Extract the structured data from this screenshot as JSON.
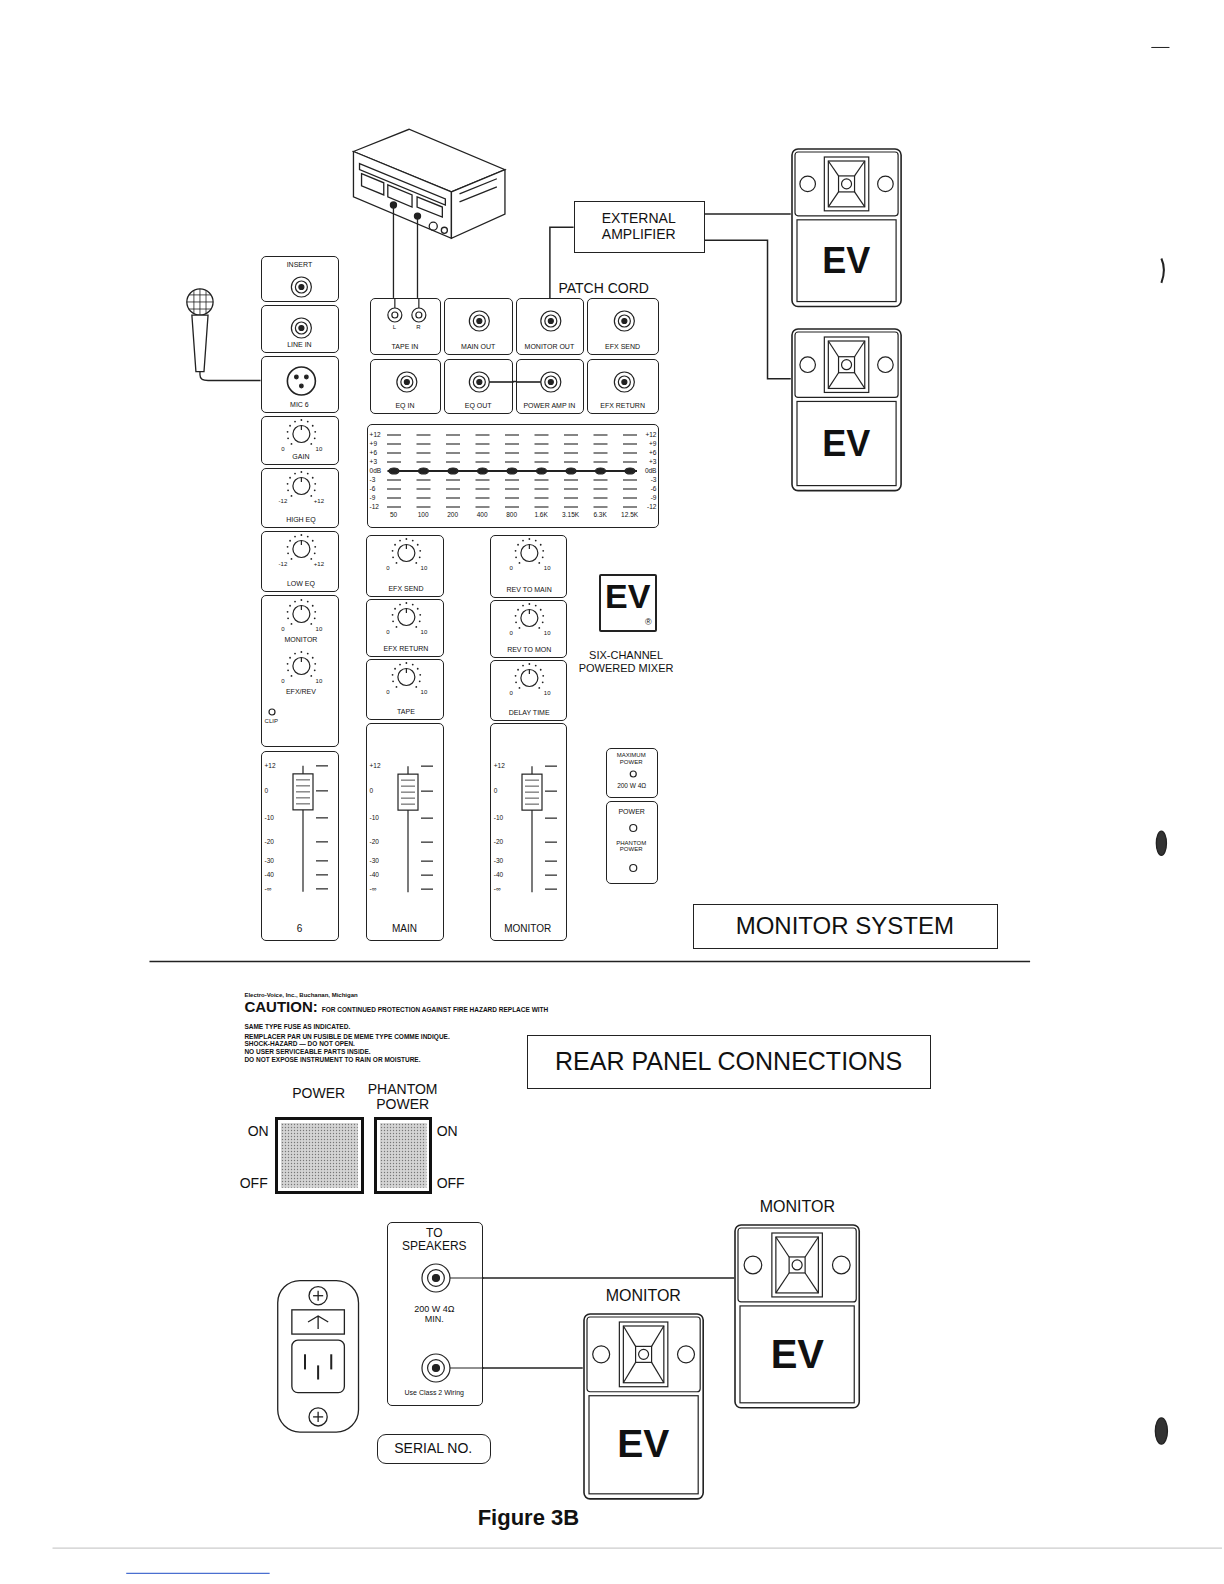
{
  "diagram": {
    "caption": "Figure 3B",
    "nodes": [
      {
        "text": [
          "EXTERNAL AMPLIFIER"
        ]
      },
      {
        "text": [
          "EV"
        ]
      },
      {
        "text": [
          "INSERT"
        ]
      },
      {
        "text": [
          "L",
          "R",
          "TAPE IN"
        ]
      },
      {
        "text": [
          "MAIN OUT"
        ]
      },
      {
        "text": [
          "MONITOR OUT"
        ]
      },
      {
        "text": [
          "EFX SEND"
        ]
      },
      {
        "text": [
          "LINE IN"
        ]
      },
      {
        "text": [
          "EV"
        ]
      },
      {
        "text": [
          "EQ IN"
        ]
      },
      {
        "text": [
          "EQ OUT"
        ]
      },
      {
        "text": [
          "POWER AMP IN"
        ]
      },
      {
        "text": [
          "EFX RETURN"
        ]
      },
      {
        "text": [
          "MIC 6"
        ]
      },
      {
        "text": [
          "+12",
          "+9",
          "+6",
          "+3",
          "0dB",
          "-3",
          "-6",
          "-9",
          "-12",
          "+12",
          "+9",
          "+6",
          "+3",
          "0dB",
          "-3",
          "-6",
          "-9",
          "-12",
          "50",
          "100",
          "200",
          "400",
          "800",
          "1.6K",
          "3.15K",
          "6.3K",
          "12.5K"
        ]
      },
      {
        "text": [
          "0",
          "10",
          "GAIN"
        ]
      },
      {
        "text": [
          "-12",
          "+12",
          "HIGH EQ"
        ]
      },
      {
        "text": [
          "0",
          "10",
          "EFX SEND"
        ]
      },
      {
        "text": [
          "0",
          "10",
          "REV TO MAIN"
        ]
      },
      {
        "text": [
          "EV",
          "®"
        ]
      },
      {
        "text": [
          "-12",
          "+12",
          "LOW EQ"
        ]
      },
      {
        "text": [
          "0",
          "10",
          "EFX RETURN"
        ]
      },
      {
        "text": [
          "0",
          "10",
          "REV TO MON"
        ]
      },
      {
        "text": [
          "0",
          "10",
          "MONITOR",
          "0",
          "10",
          "EFX/REV",
          "CLIP"
        ]
      },
      {
        "text": [
          "0",
          "10",
          "TAPE"
        ]
      },
      {
        "text": [
          "0",
          "10",
          "DELAY TIME"
        ]
      },
      {
        "text": [
          "MAXIMUM POWER",
          "200 W 4Ω"
        ]
      },
      {
        "text": [
          "+12",
          "0",
          "-10",
          "-20",
          "-30",
          "-40",
          "-∞",
          "6"
        ]
      },
      {
        "text": [
          "+12",
          "0",
          "-10",
          "-20",
          "-30",
          "-40",
          "-∞",
          "MAIN"
        ]
      },
      {
        "text": [
          "+12",
          "0",
          "-10",
          "-20",
          "-30",
          "-40",
          "-∞",
          "MONITOR"
        ]
      },
      {
        "text": [
          "POWER",
          "PHANTOM POWER"
        ]
      },
      {
        "text": [
          "MONITOR SYSTEM"
        ]
      },
      {
        "text": [
          "REAR PANEL CONNECTIONS"
        ]
      },
      {
        "text": [
          "POWER",
          "ON",
          "OFF"
        ]
      },
      {
        "text": [
          "PHANTOM POWER",
          "ON",
          "OFF"
        ]
      },
      {
        "text": [
          "TO SPEAKERS",
          "200 W 4Ω MIN.",
          "Use Class 2 Wiring"
        ]
      },
      {
        "text": [
          "MONITOR",
          "EV"
        ]
      },
      {
        "text": [
          "MONITOR",
          "EV"
        ]
      },
      {
        "text": [
          "SERIAL NO."
        ]
      }
    ],
    "edges": [
      {
        "from": 5,
        "to": 0,
        "arrow": "none"
      },
      {
        "from": 0,
        "to": 1,
        "arrow": "none"
      },
      {
        "from": 0,
        "to": 8,
        "arrow": "none"
      },
      {
        "from": 10,
        "to": 11,
        "arrow": "none"
      },
      {
        "from": 35,
        "to": 36,
        "arrow": "none"
      },
      {
        "from": 35,
        "to": 37,
        "arrow": "none"
      }
    ],
    "labels": [
      "PATCH CORD",
      "SIX-CHANNEL POWERED MIXER",
      "Electro-Voice, Inc., Buchanan, Michigan",
      "CAUTION:",
      "FOR CONTINUED PROTECTION AGAINST FIRE HAZARD REPLACE WITH SAME TYPE FUSE AS INDICATED.",
      "REMPLACER PAR UN FUSIBLE DE MEME TYPE COMME INDIQUE.",
      "SHOCK-HAZARD — DO NOT OPEN.",
      "NO USER SERVICEABLE PARTS INSIDE.",
      "DO NOT EXPOSE INSTRUMENT TO RAIN OR MOISTURE."
    ]
  }
}
